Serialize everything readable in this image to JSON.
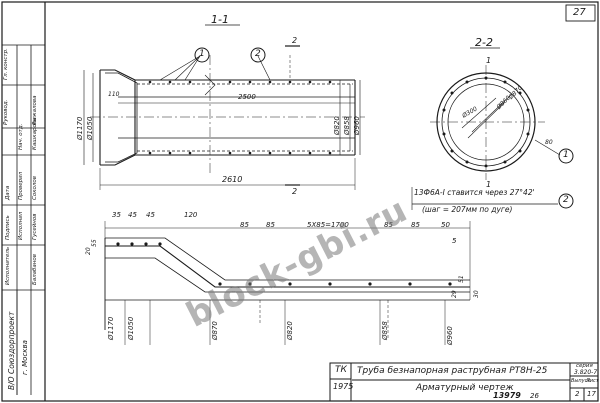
{
  "sheet_number": "27",
  "section_labels": {
    "s11": "1-1",
    "s22": "2-2"
  },
  "callouts": {
    "c1": "1",
    "c2": "2"
  },
  "markers": {
    "m2a": "2",
    "m2b": "2",
    "m1a": "1",
    "m1b": "1"
  },
  "top_view_dims": {
    "length_2500": "2500",
    "length_2610": "2610",
    "dim_110": "110",
    "d1170": "Ø1170",
    "d1050": "Ø1050",
    "d820": "Ø820",
    "d858": "Ø858",
    "d960": "Ø960"
  },
  "circle_view": {
    "d870": "Ø870",
    "d860": "Ø860",
    "d300": "Ø300",
    "r80": "80"
  },
  "rebar_note": {
    "line1": "13Ф6А-I ставится через 27°42'",
    "line2": "(шаг = 207мм по дуге)"
  },
  "bottom_dims": {
    "d35": "35",
    "d45a": "45",
    "d45b": "45",
    "d120": "120",
    "d85a": "85",
    "d85b": "85",
    "range": "5Х85=1700",
    "d85c": "85",
    "d85d": "85",
    "d50": "50",
    "d5": "5",
    "d29": "29",
    "d51": "51",
    "d20": "20",
    "d30": "30",
    "d55": "55"
  },
  "bottom_diams": {
    "d1170": "Ø1170",
    "d1050": "Ø1050",
    "d870": "Ø870",
    "d820": "Ø820",
    "d858": "Ø858",
    "d960": "Ø960"
  },
  "stamp": {
    "code": "ТК",
    "year": "1975",
    "title": "Труба безнапорная раструбная РТ8Н-25",
    "subtitle": "Арматурный чертеж",
    "series_label": "серия",
    "series_value": "3.820-7",
    "issue_label": "Выпуск",
    "issue_value": "2",
    "sheet_label": "Лист",
    "sheet_value": "17",
    "doc_number": "13979",
    "doc_suffix": "26"
  },
  "side_block": {
    "org": "В/О Союздорпроект",
    "city": "г. Москва",
    "roles": [
      "Руковод.",
      "Гл. констр.",
      "Нач. отд.",
      "Проверил",
      "Исполнил"
    ],
    "names": [
      "Балабанов",
      "Гусейнов",
      "Соколов",
      "Кашкарова",
      "Рыжалова"
    ],
    "header1": "Исполнитель",
    "header2": "Подпись",
    "header3": "Дата"
  },
  "watermark": "block-gbi.ru"
}
